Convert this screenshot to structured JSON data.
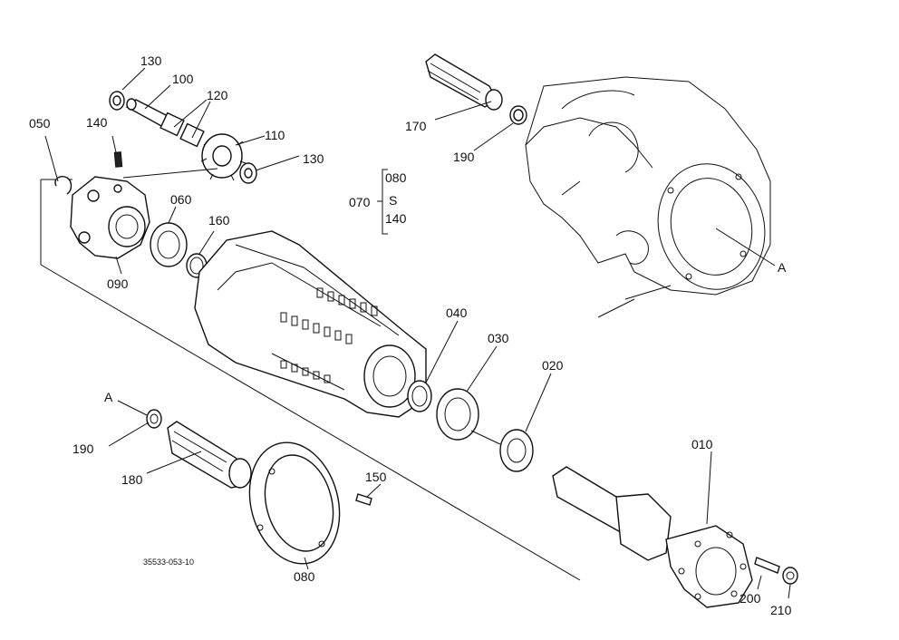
{
  "drawing_code": "35533-053-10",
  "section_marker": "A",
  "labels": {
    "p010": "010",
    "p020": "020",
    "p030": "030",
    "p040": "040",
    "p050": "050",
    "p060": "060",
    "p070": "070",
    "p080_kit": "080",
    "p080": "080",
    "p090": "090",
    "p100": "100",
    "p110": "110",
    "p120": "120",
    "p130_top": "130",
    "p130_right": "130",
    "p140": "140",
    "p140_kit": "140",
    "p150": "150",
    "p160": "160",
    "p170": "170",
    "p180": "180",
    "p190_top": "190",
    "p190_bottom": "190",
    "p200": "200",
    "p210": "210",
    "kit_range_mark": "S"
  }
}
